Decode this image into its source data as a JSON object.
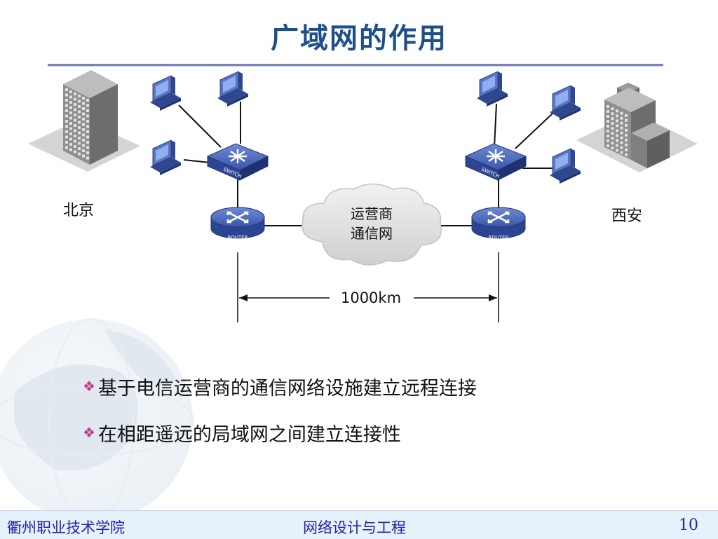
{
  "slide": {
    "title": "广域网的作用",
    "page_number": "10"
  },
  "diagram": {
    "left_city": "北京",
    "right_city": "西安",
    "cloud_label_line1": "运营商",
    "cloud_label_line2": "通信网",
    "distance_label": "1000km",
    "switch_label": "SWITCH",
    "router_label": "ROUTER"
  },
  "bullets": [
    "基于电信运营商的通信网络设施建立远程连接",
    "在相距遥远的局域网之间建立连接性"
  ],
  "footer": {
    "school": "衢州职业技术学院",
    "course": "网络设计与工程",
    "page": "10"
  },
  "colors": {
    "title": "#1e4f8c",
    "device_blue": "#3a56a8",
    "bullet_mark": "#c23a8e",
    "footer_text": "#2323a8"
  }
}
